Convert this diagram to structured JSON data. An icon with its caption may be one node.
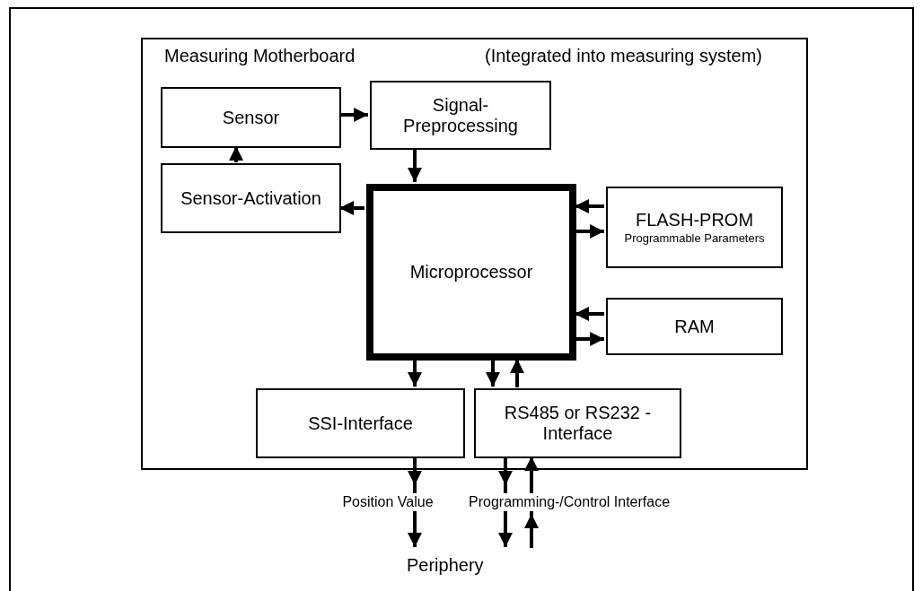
{
  "diagram": {
    "nodes": [
      {
        "text": [
          "Measuring Motherboard",
          "(Integrated into measuring system)"
        ]
      },
      {
        "text": [
          "Sensor"
        ],
        "in": 0
      },
      {
        "text": [
          "Signal-Preprocessing"
        ],
        "in": 0
      },
      {
        "text": [
          "Sensor-Activation"
        ],
        "in": 0
      },
      {
        "text": [
          "Microprocessor"
        ],
        "in": 0
      },
      {
        "text": [
          "FLASH-PROM",
          "Programmable Parameters"
        ],
        "in": 0
      },
      {
        "text": [
          "RAM"
        ],
        "in": 0
      },
      {
        "text": [
          "SSI-Interface"
        ],
        "in": 0
      },
      {
        "text": [
          "RS485 or RS232 - Interface"
        ],
        "in": 0
      },
      {
        "text": [
          "Periphery"
        ]
      }
    ],
    "edges": [
      {
        "from": 1,
        "to": 2,
        "arrow": "to"
      },
      {
        "from": 2,
        "to": 4,
        "arrow": "to"
      },
      {
        "from": 4,
        "to": 3,
        "arrow": "to"
      },
      {
        "from": 3,
        "to": 1,
        "arrow": "to"
      },
      {
        "from": 5,
        "to": 4,
        "arrow": "to"
      },
      {
        "from": 4,
        "to": 5,
        "arrow": "to"
      },
      {
        "from": 6,
        "to": 4,
        "arrow": "to"
      },
      {
        "from": 4,
        "to": 6,
        "arrow": "to"
      },
      {
        "from": 4,
        "to": 7,
        "arrow": "to"
      },
      {
        "from": 4,
        "to": 8,
        "arrow": "to"
      },
      {
        "from": 8,
        "to": 4,
        "arrow": "to"
      },
      {
        "from": 7,
        "to": 9,
        "arrow": "to",
        "label": "Position Value"
      },
      {
        "from": 8,
        "to": 9,
        "arrow": "to",
        "label": "Programming-/Control Interface"
      },
      {
        "from": 9,
        "to": 8,
        "arrow": "to"
      }
    ]
  }
}
